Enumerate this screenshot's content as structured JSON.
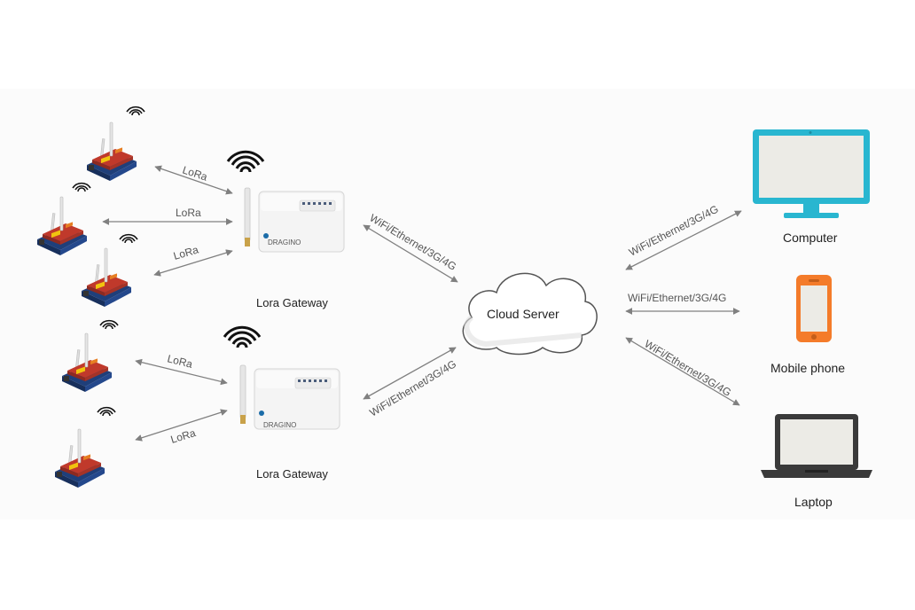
{
  "gateways": [
    {
      "label": "Lora Gateway",
      "brand": "DRAGINO"
    },
    {
      "label": "Lora Gateway",
      "brand": "DRAGINO"
    }
  ],
  "links": {
    "lora": "LoRa",
    "wan": "WiFi/Ethernet/3G/4G"
  },
  "cloud": {
    "label": "Cloud Server"
  },
  "clients": [
    {
      "label": "Computer",
      "icon": "monitor-icon",
      "color": "#29b6d0"
    },
    {
      "label": "Mobile phone",
      "icon": "smartphone-icon",
      "color": "#f47b2a"
    },
    {
      "label": "Laptop",
      "icon": "laptop-icon",
      "color": "#3a3a3a"
    }
  ],
  "colors": {
    "arrow": "#808080",
    "board_red": "#c0392b",
    "board_blue": "#2c5aa0"
  }
}
